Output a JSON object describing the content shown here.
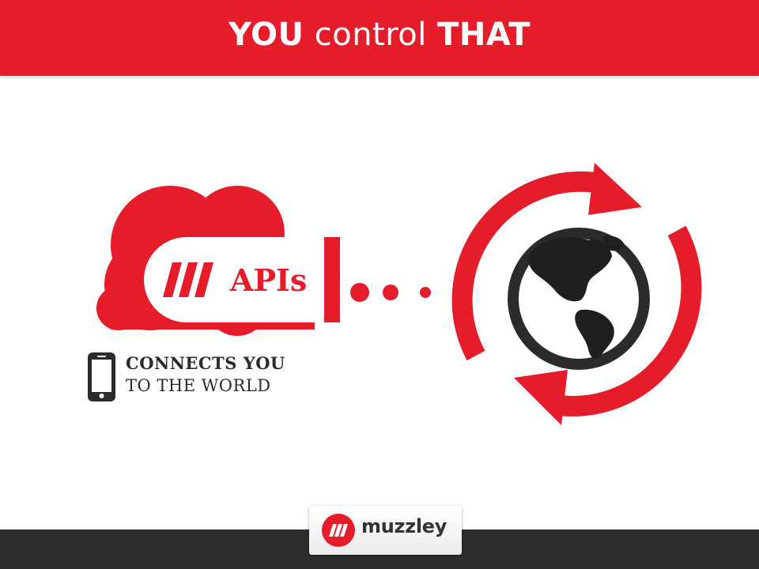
{
  "header": {
    "title_strong_1": "YOU",
    "title_light": "control",
    "title_strong_2": "THAT",
    "background": "#e51d2a"
  },
  "cloud": {
    "label": "APIs",
    "color": "#e51d2a"
  },
  "tagline": {
    "line1": "CONNECTS YOU",
    "line2": "TO THE WORLD"
  },
  "brand": {
    "name": "muzzley"
  },
  "colors": {
    "accent": "#e51d2a",
    "dark": "#2b2b2b",
    "footer": "#2d2d2d"
  },
  "icons": [
    "cloud-icon",
    "muzzley-logo-icon",
    "phone-icon",
    "dots-icon",
    "refresh-arrows-icon",
    "globe-icon"
  ]
}
